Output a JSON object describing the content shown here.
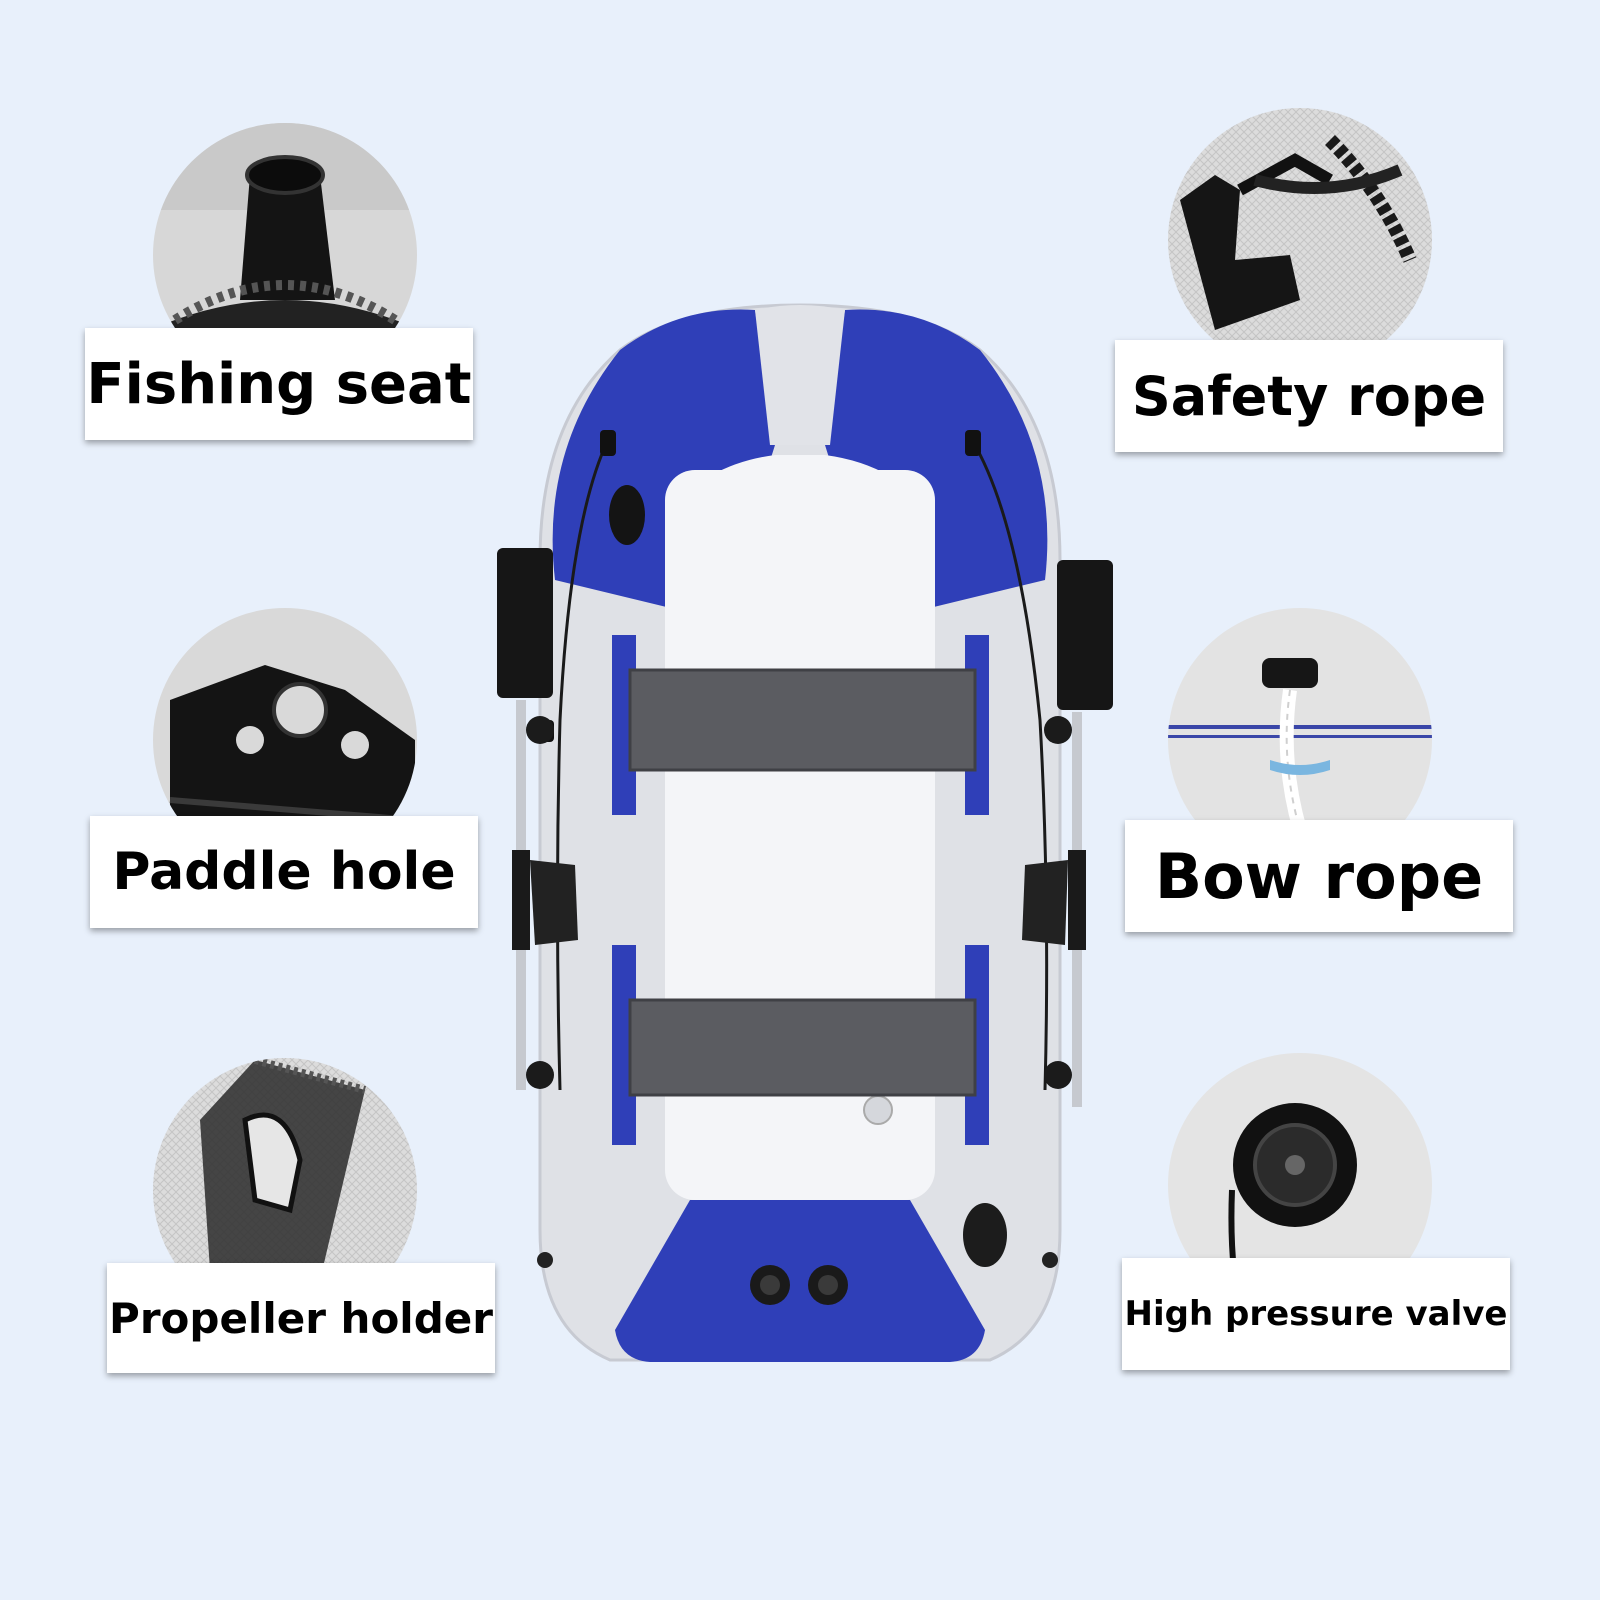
{
  "labels": {
    "fishing_seat": "Fishing seat",
    "paddle_hole": "Paddle hole",
    "propeller_holder": "Propeller holder",
    "safety_rope": "Safety rope",
    "bow_rope": "Bow rope",
    "high_pressure_valve": "High pressure valve"
  },
  "colors": {
    "background": "#e8f0fb",
    "boat_blue": "#2f3fb8",
    "boat_grey": "#dfe1e6",
    "floor": "#f4f5f8",
    "strap": "#5b5c61",
    "accessory_black": "#161616"
  }
}
